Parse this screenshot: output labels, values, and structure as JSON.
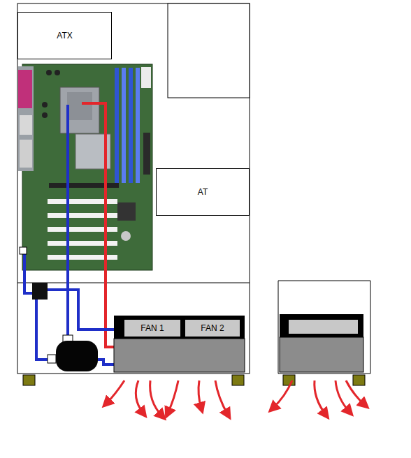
{
  "diagram": {
    "nodes": [
      {
        "text": [
          "ATX"
        ]
      },
      {
        "text": [
          "AT"
        ]
      },
      {
        "text": [
          "FAN 1"
        ]
      },
      {
        "text": [
          "FAN 2"
        ]
      }
    ]
  }
}
